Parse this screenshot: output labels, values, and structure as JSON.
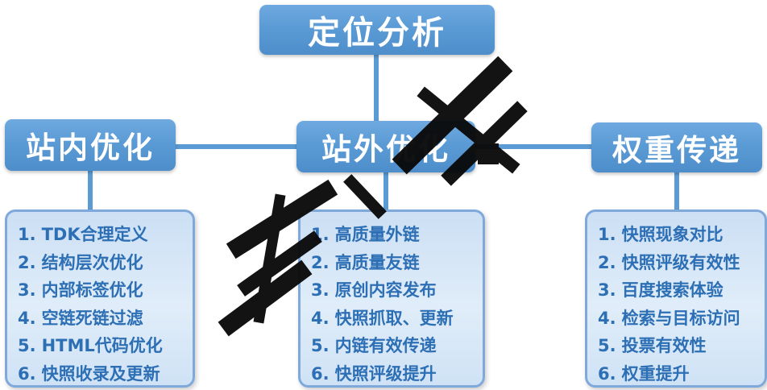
{
  "root": {
    "label": "定位分析"
  },
  "branches": [
    {
      "header": "站内优化",
      "items": [
        {
          "num": "1.",
          "text": "TDK合理定义"
        },
        {
          "num": "2.",
          "text": "结构层次优化"
        },
        {
          "num": "3.",
          "text": "内部标签优化"
        },
        {
          "num": "4.",
          "text": "空链死链过滤"
        },
        {
          "num": "5.",
          "text": "HTML代码优化"
        },
        {
          "num": "6.",
          "text": "快照收录及更新"
        }
      ]
    },
    {
      "header": "站外优化",
      "items": [
        {
          "num": "1.",
          "text": "高质量外链"
        },
        {
          "num": "2.",
          "text": "高质量友链"
        },
        {
          "num": "3.",
          "text": "原创内容发布"
        },
        {
          "num": "4.",
          "text": "快照抓取、更新"
        },
        {
          "num": "5.",
          "text": "内链有效传递"
        },
        {
          "num": "6.",
          "text": "快照评级提升"
        }
      ]
    },
    {
      "header": "权重传递",
      "items": [
        {
          "num": "1.",
          "text": "快照现象对比"
        },
        {
          "num": "2.",
          "text": "快照评级有效性"
        },
        {
          "num": "3.",
          "text": "百度搜索体验"
        },
        {
          "num": "4.",
          "text": "检索与目标访问"
        },
        {
          "num": "5.",
          "text": "投票有效性"
        },
        {
          "num": "6.",
          "text": "权重提升"
        }
      ]
    }
  ],
  "colors": {
    "node_blue": "#5B9BD5",
    "node_text": "#FFFFFF",
    "connector_blue": "#5B9BD5",
    "panel_fill": "#D9E7F6",
    "panel_border": "#7FA9DA",
    "item_text_blue": "#2D6FB5",
    "watermark_black": "#0A0A0A"
  }
}
